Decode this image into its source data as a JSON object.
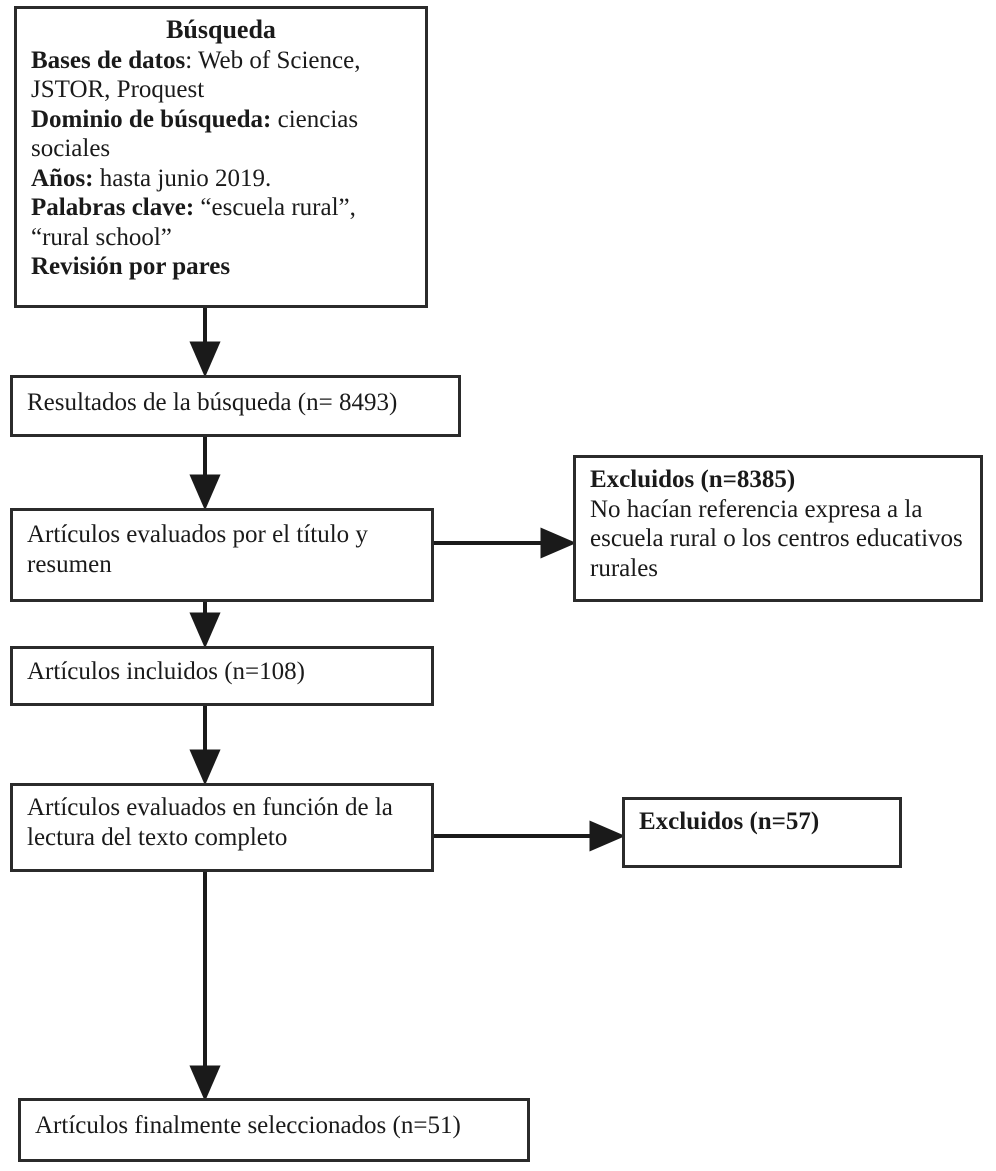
{
  "diagram": {
    "type": "flowchart",
    "language": "es",
    "title": "Diagrama de flujo de la revisión sistemática",
    "palette": {
      "border": "#2b2b2b",
      "background": "#ffffff",
      "text": "#1a1a1a"
    }
  },
  "nodes": {
    "search_box": {
      "id": "busqueda",
      "heading": "Búsqueda",
      "lines": [
        {
          "label": "Bases de datos",
          "separator": ": ",
          "value": "Web of Science,"
        },
        {
          "label": "",
          "separator": "",
          "value": "JSTOR, Proquest"
        },
        {
          "label": "Dominio de búsqueda:",
          "separator": " ",
          "value": "ciencias"
        },
        {
          "label": "",
          "separator": "",
          "value": "sociales"
        },
        {
          "label": "Años:",
          "separator": " ",
          "value": "hasta junio 2019."
        },
        {
          "label": "Palabras clave:",
          "separator": " ",
          "value": "“escuela rural”,"
        },
        {
          "label": "",
          "separator": "",
          "value": "“rural school”"
        },
        {
          "label": "Revisión por pares",
          "separator": "",
          "value": ""
        }
      ]
    },
    "results": {
      "id": "resultados-busqueda",
      "text": "Resultados de la búsqueda (n= 8493)",
      "n": 8493
    },
    "screened": {
      "id": "evaluados-titulo-resumen",
      "text": "Artículos evaluados por el título y resumen"
    },
    "excluded_screening": {
      "id": "excluidos-cribado",
      "heading": "Excluidos (n=8385)",
      "n": 8385,
      "body": "No hacían referencia expresa a la escuela rural o los centros educativos rurales"
    },
    "included": {
      "id": "articulos-incluidos",
      "text": "Artículos incluidos (n=108)",
      "n": 108
    },
    "fulltext": {
      "id": "evaluados-texto-completo",
      "text": "Artículos evaluados en función de la lectura del texto completo"
    },
    "excluded_fulltext": {
      "id": "excluidos-texto-completo",
      "heading": "Excluidos (n=57)",
      "n": 57
    },
    "final": {
      "id": "articulos-finales",
      "text": "Artículos finalmente seleccionados (n=51)",
      "n": 51
    }
  },
  "edges": [
    {
      "from": "search_box",
      "to": "results",
      "direction": "down"
    },
    {
      "from": "results",
      "to": "screened",
      "direction": "down"
    },
    {
      "from": "screened",
      "to": "excluded_screening",
      "direction": "right"
    },
    {
      "from": "screened",
      "to": "included",
      "direction": "down"
    },
    {
      "from": "included",
      "to": "fulltext",
      "direction": "down"
    },
    {
      "from": "fulltext",
      "to": "excluded_fulltext",
      "direction": "right"
    },
    {
      "from": "fulltext",
      "to": "final",
      "direction": "down"
    }
  ]
}
